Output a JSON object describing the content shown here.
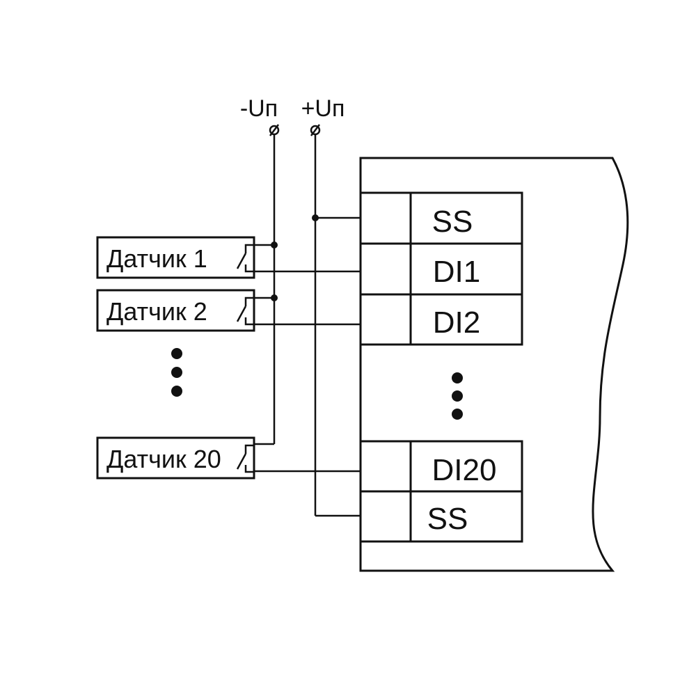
{
  "power": {
    "minus_label": "-Uп",
    "plus_label": "+Uп"
  },
  "sensors": [
    {
      "label": "Датчик 1"
    },
    {
      "label": "Датчик 2"
    },
    {
      "label": "Датчик 20"
    }
  ],
  "terminals": [
    {
      "label": "SS"
    },
    {
      "label": "DI1"
    },
    {
      "label": "DI2"
    },
    {
      "label": "DI20"
    },
    {
      "label": "SS"
    }
  ],
  "colors": {
    "line": "#111111",
    "background": "#ffffff"
  }
}
